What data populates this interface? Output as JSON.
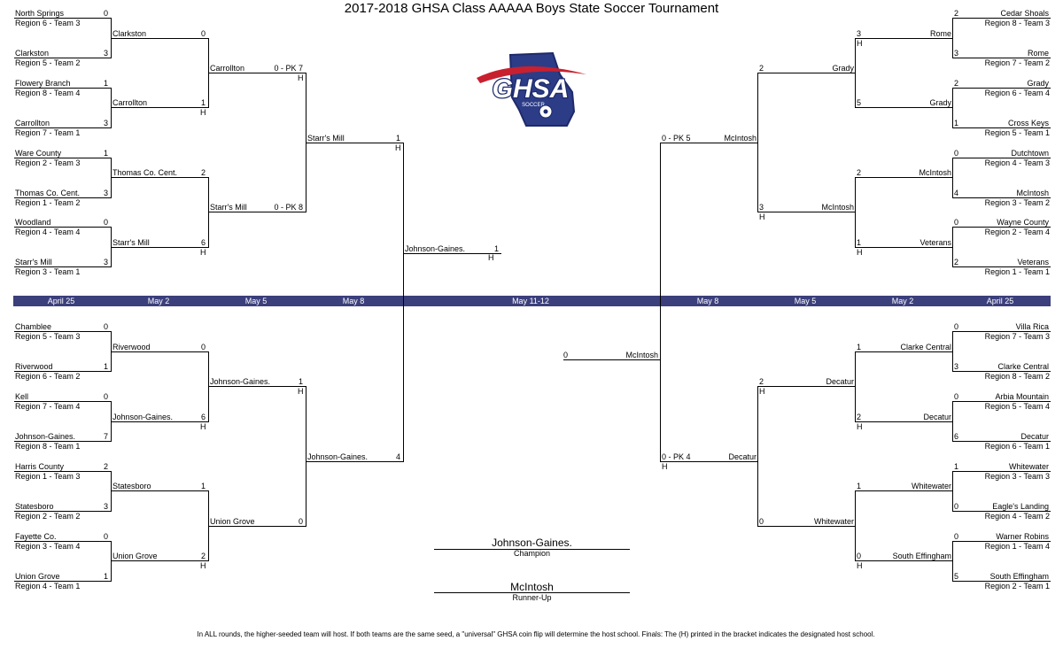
{
  "title": "2017-2018 GHSA Class AAAAA Boys State Soccer Tournament",
  "logo": {
    "text": "GHSA",
    "subtext": "SOCCER"
  },
  "date_band": [
    "April 25",
    "May 2",
    "May 5",
    "May 8",
    "May 11-12",
    "May 8",
    "May 5",
    "May 2",
    "April 25"
  ],
  "colors": {
    "band": "#3b3f7c",
    "logo_navy": "#1d2a6b",
    "logo_red": "#c8202f"
  },
  "champion": {
    "team": "Johnson-Gaines.",
    "label": "Champion"
  },
  "runner_up": {
    "team": "McIntosh",
    "label": "Runner-Up"
  },
  "footer": "In ALL rounds, the higher-seeded team will host.  If both teams are the same seed, a \"universal\" GHSA coin flip will determine the host school. Finals: The (H) printed in the bracket indicates the designated host school.",
  "rounds": {
    "r1": [
      {
        "name": "North Springs",
        "seed": "Region 6 - Team 3",
        "score": "0"
      },
      {
        "name": "Clarkston",
        "seed": "Region 5 - Team 2",
        "score": "3"
      },
      {
        "name": "Flowery Branch",
        "seed": "Region 8 - Team 4",
        "score": "1"
      },
      {
        "name": "Carrollton",
        "seed": "Region 7 - Team 1",
        "score": "3"
      },
      {
        "name": "Ware County",
        "seed": "Region 2 - Team 3",
        "score": "1"
      },
      {
        "name": "Thomas Co. Cent.",
        "seed": "Region 1 - Team 2",
        "score": "3"
      },
      {
        "name": "Woodland",
        "seed": "Region 4 - Team 4",
        "score": "0"
      },
      {
        "name": "Starr's Mill",
        "seed": "Region 3 - Team 1",
        "score": "3"
      },
      {
        "name": "Chamblee",
        "seed": "Region 5 - Team 3",
        "score": "0"
      },
      {
        "name": "Riverwood",
        "seed": "Region 6 - Team 2",
        "score": "1"
      },
      {
        "name": "Kell",
        "seed": "Region 7 - Team 4",
        "score": "0"
      },
      {
        "name": "Johnson-Gaines.",
        "seed": "Region 8 - Team 1",
        "score": "7"
      },
      {
        "name": "Harris County",
        "seed": "Region 1 - Team 3",
        "score": "2"
      },
      {
        "name": "Statesboro",
        "seed": "Region 2 - Team 2",
        "score": "3"
      },
      {
        "name": "Fayette Co.",
        "seed": "Region 3 - Team 4",
        "score": "0"
      },
      {
        "name": "Union Grove",
        "seed": "Region 4 - Team 1",
        "score": "1"
      },
      {
        "name": "Cedar Shoals",
        "seed": "Region 8 - Team 3",
        "score": "2"
      },
      {
        "name": "Rome",
        "seed": "Region 7 - Team 2",
        "score": "3"
      },
      {
        "name": "Grady",
        "seed": "Region 6 - Team 4",
        "score": "2"
      },
      {
        "name": "Cross Keys",
        "seed": "Region 5 - Team 1",
        "score": "1"
      },
      {
        "name": "Dutchtown",
        "seed": "Region 4 - Team 3",
        "score": "0"
      },
      {
        "name": "McIntosh",
        "seed": "Region 3 - Team 2",
        "score": "4"
      },
      {
        "name": "Wayne County",
        "seed": "Region 2 - Team 4",
        "score": "0"
      },
      {
        "name": "Veterans",
        "seed": "Region 1 - Team 1",
        "score": "2"
      },
      {
        "name": "Villa Rica",
        "seed": "Region 7 - Team 3",
        "score": "0"
      },
      {
        "name": "Clarke Central",
        "seed": "Region 8 - Team 2",
        "score": "3"
      },
      {
        "name": "Arbia Mountain",
        "seed": "Region 5 - Team 4",
        "score": "0"
      },
      {
        "name": "Decatur",
        "seed": "Region 6 - Team 1",
        "score": "6"
      },
      {
        "name": "Whitewater",
        "seed": "Region 3 - Team 3",
        "score": "1"
      },
      {
        "name": "Eagle's Landing",
        "seed": "Region 4 - Team 2",
        "score": "0"
      },
      {
        "name": "Warner Robins",
        "seed": "Region 1 - Team 4",
        "score": "0"
      },
      {
        "name": "South Effingham",
        "seed": "Region 2 - Team 1",
        "score": "5"
      }
    ],
    "r2": [
      {
        "name": "Clarkston",
        "score": "0",
        "host": ""
      },
      {
        "name": "Carrollton",
        "score": "1",
        "host": "H"
      },
      {
        "name": "Thomas Co. Cent.",
        "score": "2",
        "host": ""
      },
      {
        "name": "Starr's Mill",
        "score": "6",
        "host": "H"
      },
      {
        "name": "Riverwood",
        "score": "0",
        "host": ""
      },
      {
        "name": "Johnson-Gaines.",
        "score": "6",
        "host": "H"
      },
      {
        "name": "Statesboro",
        "score": "1",
        "host": ""
      },
      {
        "name": "Union Grove",
        "score": "2",
        "host": "H"
      },
      {
        "name": "Rome",
        "score": "3",
        "host": "H"
      },
      {
        "name": "Grady",
        "score": "5",
        "host": ""
      },
      {
        "name": "McIntosh",
        "score": "2",
        "host": ""
      },
      {
        "name": "Veterans",
        "score": "1",
        "host": "H"
      },
      {
        "name": "Clarke Central",
        "score": "1",
        "host": ""
      },
      {
        "name": "Decatur",
        "score": "2",
        "host": "H"
      },
      {
        "name": "Whitewater",
        "score": "1",
        "host": ""
      },
      {
        "name": "South Effingham",
        "score": "0",
        "host": "H"
      }
    ],
    "r3": [
      {
        "name": "Carrollton",
        "score": "0 - PK 7",
        "host": "H"
      },
      {
        "name": "Starr's Mill",
        "score": "0 - PK 8",
        "host": ""
      },
      {
        "name": "Johnson-Gaines.",
        "score": "1",
        "host": "H"
      },
      {
        "name": "Union Grove",
        "score": "0",
        "host": ""
      },
      {
        "name": "Grady",
        "score": "2",
        "host": ""
      },
      {
        "name": "McIntosh",
        "score": "3",
        "host": "H"
      },
      {
        "name": "Decatur",
        "score": "2",
        "host": "H"
      },
      {
        "name": "Whitewater",
        "score": "0",
        "host": ""
      }
    ],
    "r4": [
      {
        "name": "Starr's Mill",
        "score": "1",
        "host": "H"
      },
      {
        "name": "Johnson-Gaines.",
        "score": "4",
        "host": ""
      },
      {
        "name": "McIntosh",
        "score": "0 - PK 5",
        "host": ""
      },
      {
        "name": "Decatur",
        "score": "0 - PK 4",
        "host": "H"
      }
    ],
    "final": [
      {
        "name": "Johnson-Gaines.",
        "score": "1",
        "host": "H"
      },
      {
        "name": "McIntosh",
        "score": "0",
        "host": ""
      }
    ]
  }
}
